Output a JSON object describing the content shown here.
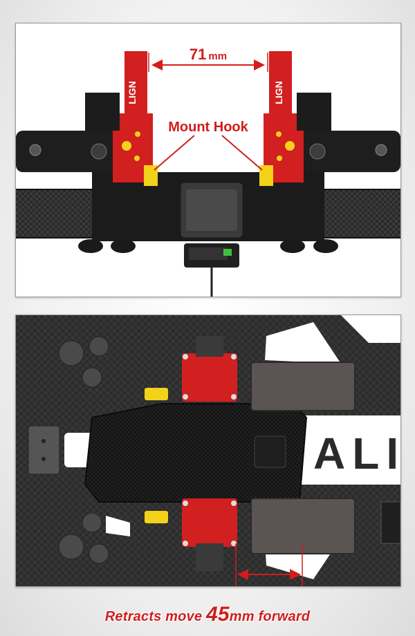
{
  "top": {
    "dimension_value": "71",
    "dimension_unit": "mm",
    "callout": "Mount Hook",
    "brand_mark": "LIGN"
  },
  "bottom": {
    "frame_text": "ALIG",
    "caption_pre": "Retracts move ",
    "caption_value": "45",
    "caption_post": "mm forward"
  },
  "colors": {
    "accent_red": "#d11d1d",
    "retract_red": "#d21f1f",
    "hook_yellow": "#f3d21a",
    "carbon": "#2b2b2b"
  }
}
